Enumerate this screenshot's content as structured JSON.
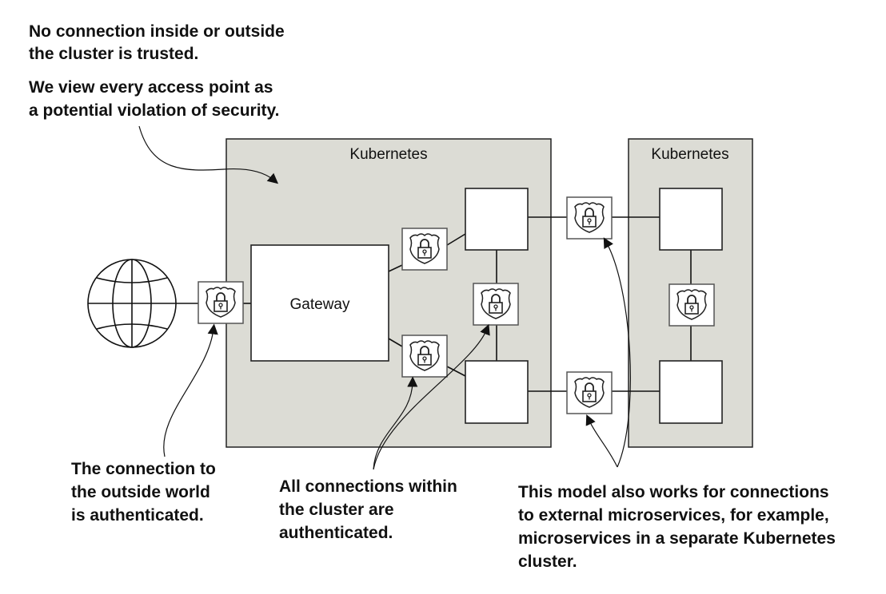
{
  "notes": {
    "trust_line1": "No connection inside or outside",
    "trust_line2": "the cluster is trusted.",
    "view_line1": "We view every access point as",
    "view_line2": "a potential violation of security.",
    "outside_line1": "The connection to",
    "outside_line2": "the outside world",
    "outside_line3": "is authenticated.",
    "within_line1": "All connections within",
    "within_line2": "the cluster are",
    "within_line3": "authenticated.",
    "external_line1": "This model also works for connections",
    "external_line2": "to external microservices, for example,",
    "external_line3": "microservices in a separate Kubernetes",
    "external_line4": "cluster."
  },
  "clusters": [
    {
      "label": "Kubernetes"
    },
    {
      "label": "Kubernetes"
    }
  ],
  "gateway": {
    "label": "Gateway"
  },
  "icons": {
    "internet": "globe-icon",
    "auth": "shield-lock-icon"
  },
  "colors": {
    "cluster_fill": "#dcdcd5"
  }
}
